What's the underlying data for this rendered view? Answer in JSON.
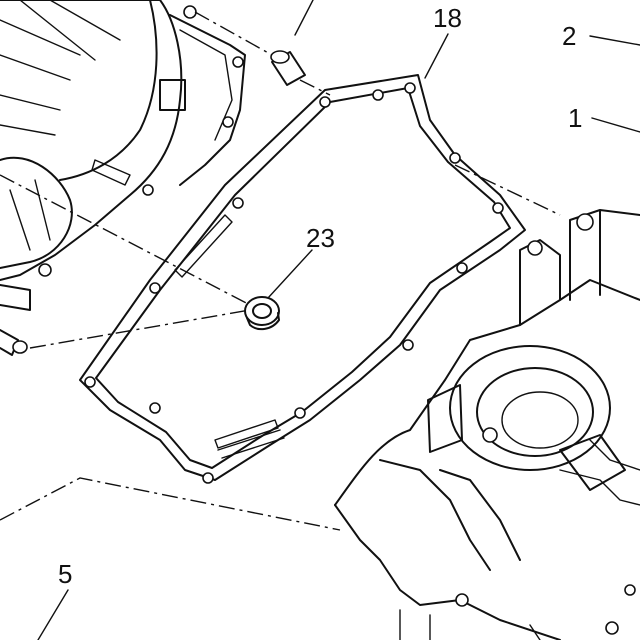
{
  "diagram": {
    "callouts": [
      {
        "id": "callout-1",
        "label": "1"
      },
      {
        "id": "callout-2",
        "label": "2"
      },
      {
        "id": "callout-5",
        "label": "5"
      },
      {
        "id": "callout-18",
        "label": "18"
      },
      {
        "id": "callout-23",
        "label": "23"
      }
    ],
    "line_color": "#111111",
    "background_color": "#ffffff"
  }
}
